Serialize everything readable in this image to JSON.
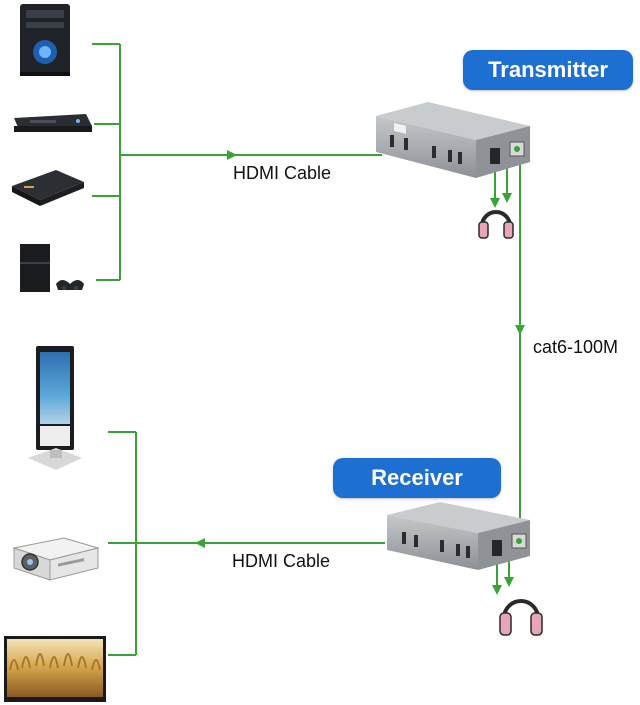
{
  "labels": {
    "transmitter": "Transmitter",
    "receiver": "Receiver",
    "hdmi_cable_top": "HDMI Cable",
    "hdmi_cable_bottom": "HDMI Cable",
    "cable_type": "cat6-100M"
  },
  "colors": {
    "line": "#3aa335",
    "pill": "#1d6fd1",
    "device_body": "#9ea2a6"
  },
  "sources": [
    "pc-tower-icon",
    "dvd-player-icon",
    "set-top-box-icon",
    "game-console-icon"
  ],
  "displays": [
    "digital-signage-icon",
    "projector-icon",
    "tv-icon"
  ]
}
